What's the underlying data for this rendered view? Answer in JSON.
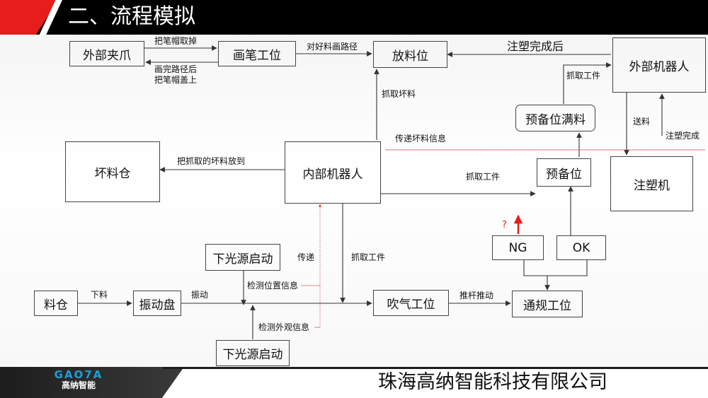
{
  "header": {
    "title": "二、流程模拟"
  },
  "boxes": {
    "outer_gripper": "外部夹爪",
    "pen_station": "画笔工位",
    "discharge_position": "放料位",
    "external_robot": "外部机器人",
    "reserve_full": "预备位满料",
    "reject_bin": "坏料仓",
    "internal_robot": "内部机器人",
    "reserve_position": "预备位",
    "injection_machine": "注塑机",
    "ng": "NG",
    "ok": "OK",
    "lower_light_top": "下光源启动",
    "silo": "料仓",
    "vibration_plate": "振动盘",
    "blow_station": "吹气工位",
    "gauge_station": "通规工位",
    "lower_light_bottom": "下光源启动"
  },
  "labels": {
    "remove_cap": "把笔帽取掉",
    "after_path_line1": "画完路径后",
    "after_path_line2": "把笔帽盖上",
    "draw_path": "对好料画路径",
    "after_injection": "注塑完成后",
    "grab_workpiece_top": "抓取工件",
    "grab_reject": "抓取坏料",
    "pass_reject_info": "传递坏料信息",
    "feed": "送料",
    "injection_done": "注塑完成",
    "put_reject": "把抓取的坏料放到",
    "grab_workpiece_mid": "抓取工件",
    "question": "?",
    "transmit": "传递",
    "grab_workpiece_low": "抓取工件",
    "detect_position": "检测位置信息",
    "vibration": "振动",
    "unload": "下料",
    "push_rod": "推杆推动",
    "detect_appearance": "检测外观信息"
  },
  "footer": {
    "logo_mark": "GAO7A",
    "logo_text": "高纳智能",
    "company": "珠海高纳智能科技有限公司"
  },
  "colors": {
    "accent_red": "#e51d1d",
    "logo_blue": "#1ea0d8",
    "header_black": "#000000"
  }
}
